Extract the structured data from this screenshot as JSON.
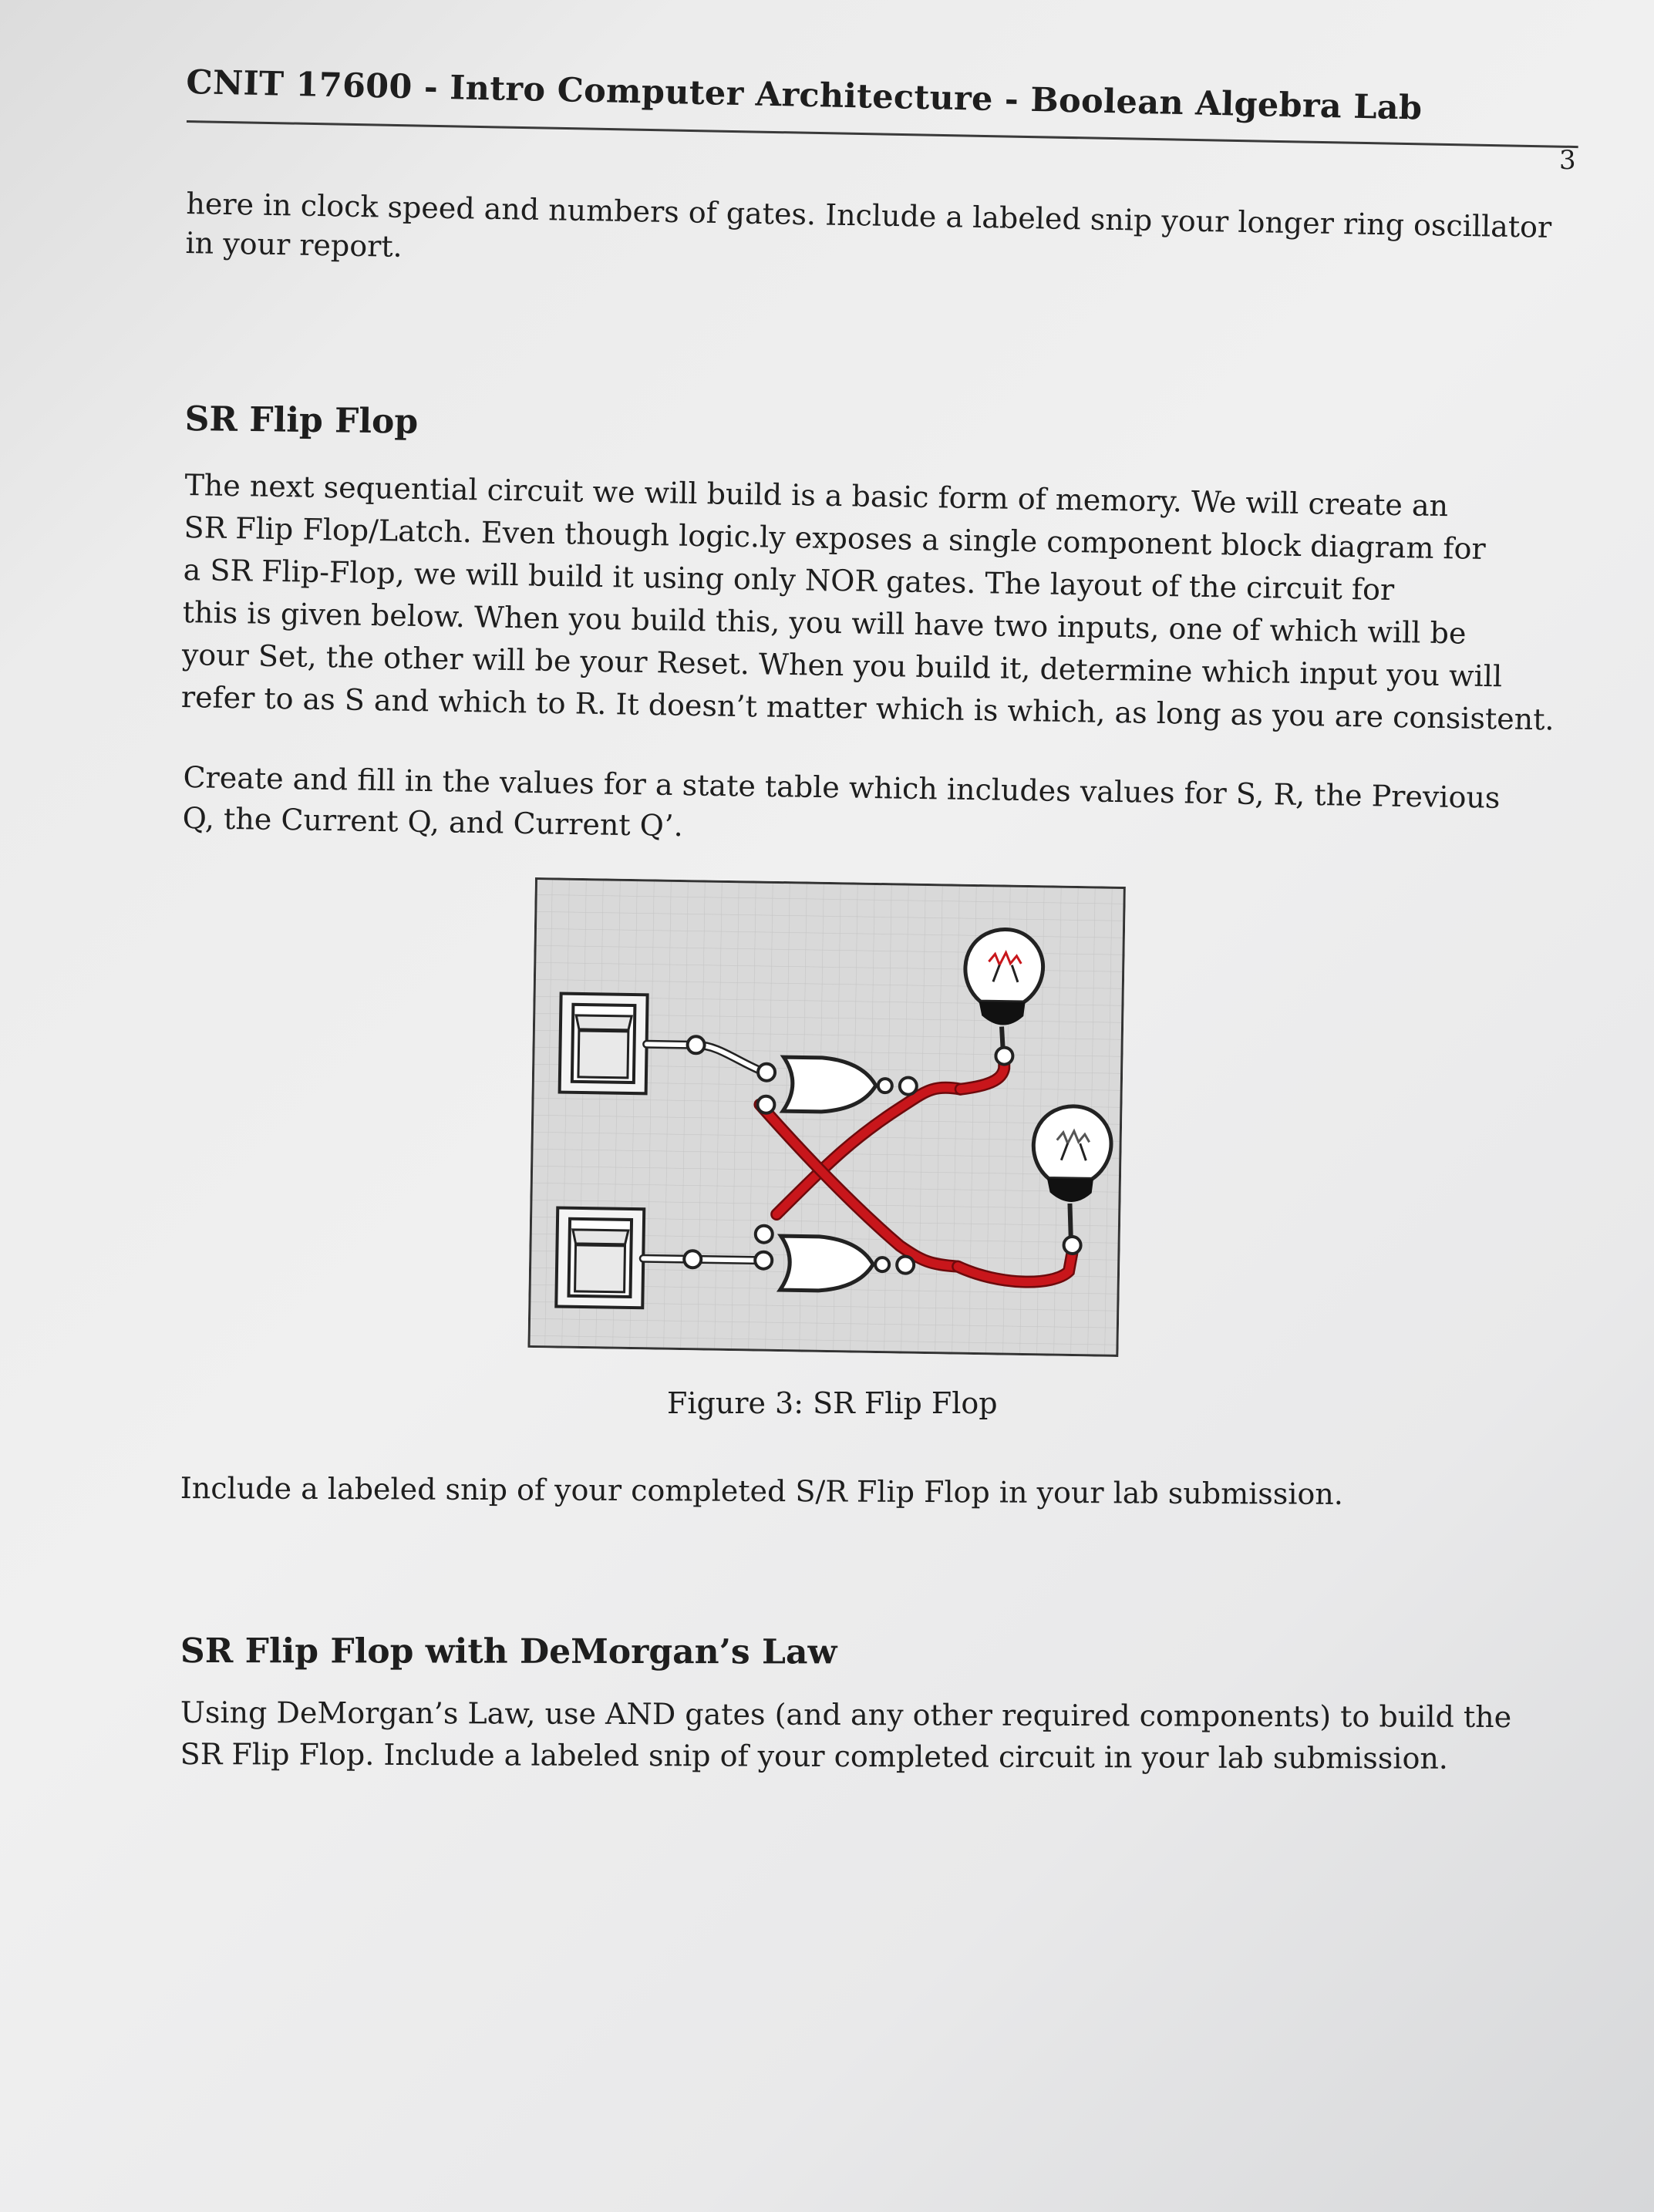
{
  "header": {
    "title": "CNIT 17600 - Intro Computer Architecture - Boolean Algebra Lab",
    "page_number": "3"
  },
  "intro": {
    "lines": [
      "here in clock speed and numbers of gates. Include a labeled snip your longer ring oscillator",
      "in your report."
    ]
  },
  "sr_flip_flop": {
    "heading": "SR Flip Flop",
    "paragraph1": [
      "The next sequential circuit we will build is a basic form of memory. We will create an",
      "SR Flip Flop/Latch. Even though logic.ly exposes a single component block diagram for",
      "a SR Flip-Flop, we will build it using only NOR gates. The layout of the circuit for",
      "this is given below. When you build this, you will have two inputs, one of which will be",
      "your Set, the other will be your Reset. When you build it, determine which input you will",
      "refer to as S and which to R. It doesn’t matter which is which, as long as you are consistent."
    ],
    "paragraph2": [
      "Create and fill in the values for a state table which includes values for S, R, the Previous",
      "Q, the Current Q, and Current Q’."
    ],
    "figure_caption": "Figure 3: SR Flip Flop",
    "paragraph3": "Include a labeled snip of your completed S/R Flip Flop in your lab submission."
  },
  "demorgan": {
    "heading": "SR Flip Flop with DeMorgan’s Law",
    "lines": [
      "Using DeMorgan’s Law, use AND gates (and any other required components) to build the",
      "SR Flip Flop. Include a labeled snip of your completed circuit in your lab submission."
    ]
  },
  "colors": {
    "wire_active": "#c8161b",
    "wire_inactive": "#ffffff",
    "grid_background": "#d9d9d9"
  }
}
